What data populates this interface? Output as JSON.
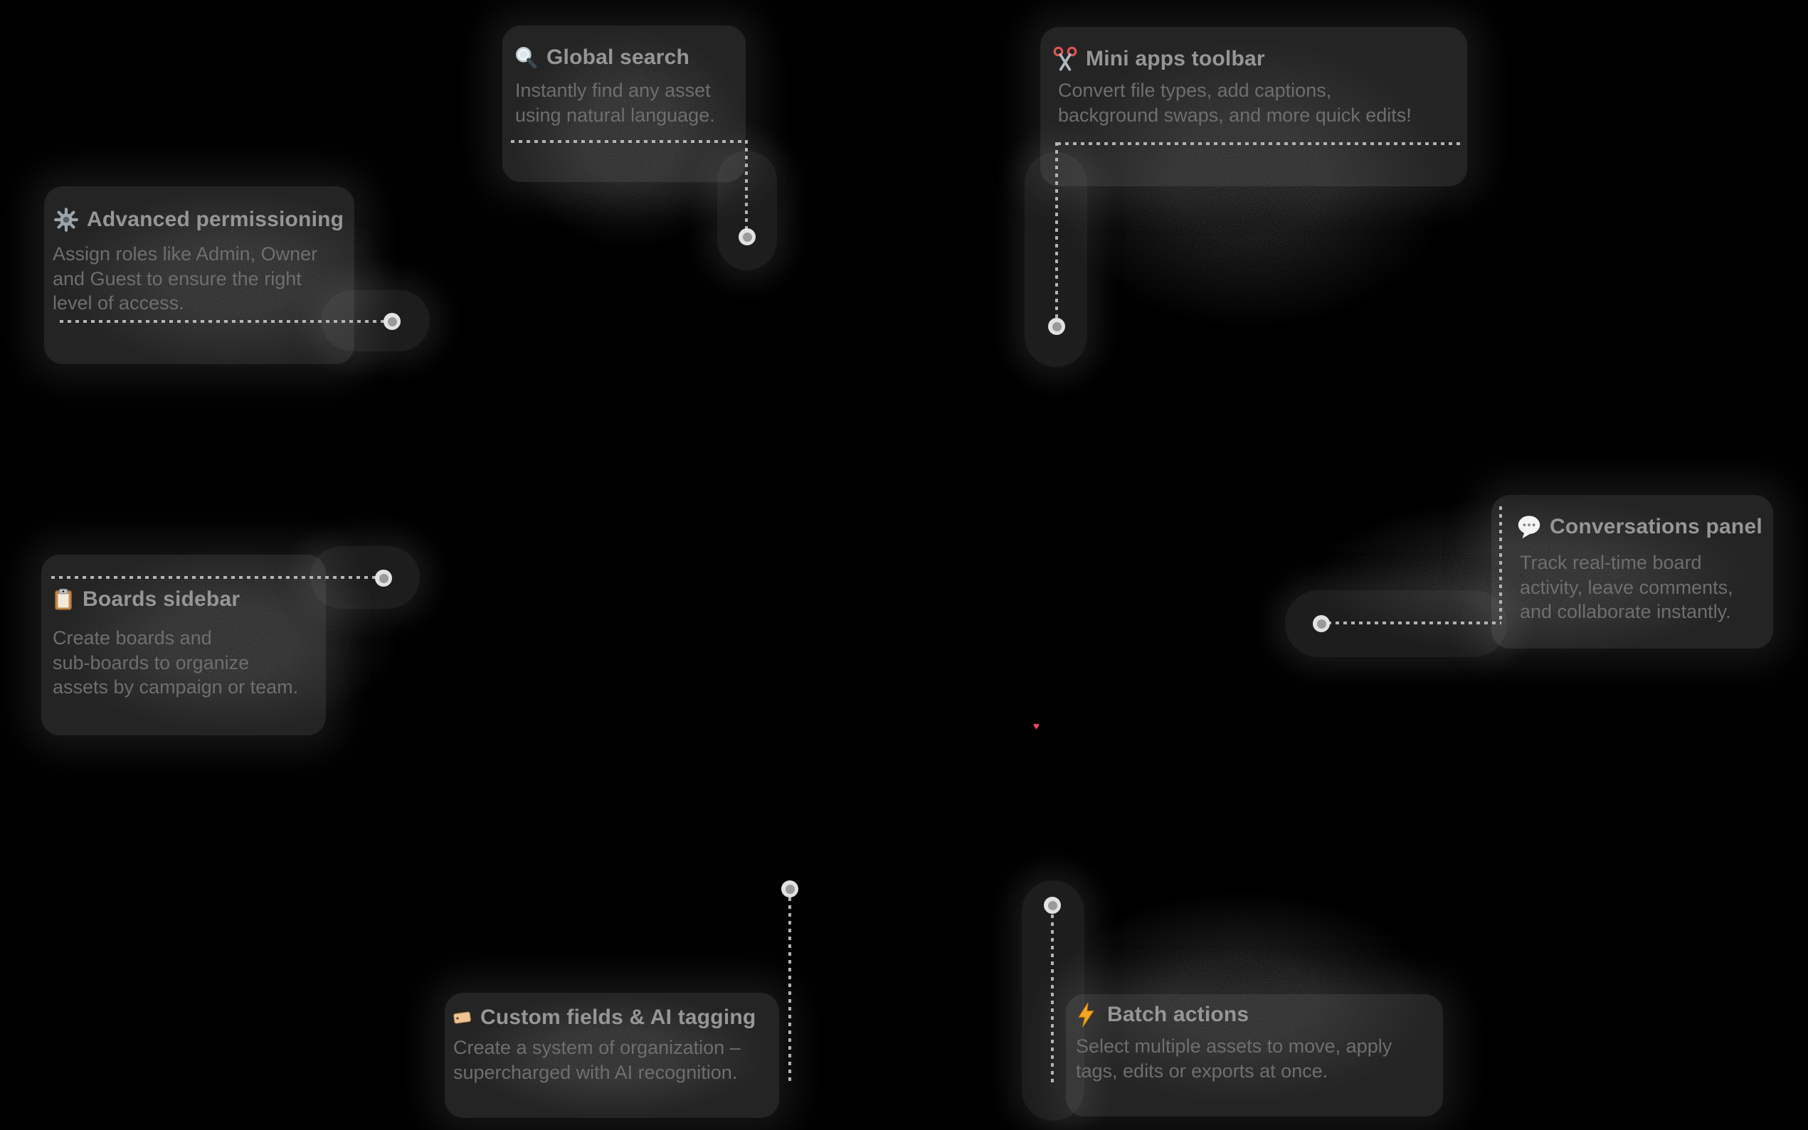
{
  "palette": {
    "background": "#000000",
    "title_text": "#969696",
    "body_text": "#6e6e6e",
    "leader_line": "#b3b3b3",
    "beacon_outer": "#ededed",
    "beacon_inner": "#9a9a9a",
    "panel_glow": "#8a8a8a",
    "heart_color": "#f2485a",
    "scissors_handle": "#e05252",
    "lightning": "#f6a623",
    "tag_fill": "#efc593",
    "clipboard_fill": "#c98c4e"
  },
  "decorations": {
    "heart_glyph": "♥"
  },
  "callouts": [
    {
      "name": "global-search",
      "icon": "magnifier-icon",
      "title": "Global search",
      "body": "Instantly find any asset\nusing natural language."
    },
    {
      "name": "mini-apps-toolbar",
      "icon": "scissors-icon",
      "title": "Mini apps toolbar",
      "body": "Convert file types, add captions,\nbackground swaps, and more quick edits!"
    },
    {
      "name": "advanced-permissioning",
      "icon": "gear-icon",
      "title": "Advanced permissioning",
      "body": "Assign roles like Admin, Owner\nand Guest to ensure the right\nlevel of access."
    },
    {
      "name": "boards-sidebar",
      "icon": "clipboard-icon",
      "title": "Boards sidebar",
      "body": "Create boards and\nsub-boards to organize\nassets by campaign or team."
    },
    {
      "name": "conversations-panel",
      "icon": "speech-bubble-icon",
      "title": "Conversations panel",
      "body": "Track real-time board\nactivity, leave comments,\nand collaborate instantly."
    },
    {
      "name": "custom-fields-ai-tagging",
      "icon": "tag-icon",
      "title": "Custom fields & AI tagging",
      "body": "Create a system of organization –\nsupercharged with AI recognition."
    },
    {
      "name": "batch-actions",
      "icon": "lightning-icon",
      "title": "Batch actions",
      "body": "Select multiple assets to move, apply\ntags, edits or exports at once."
    }
  ]
}
